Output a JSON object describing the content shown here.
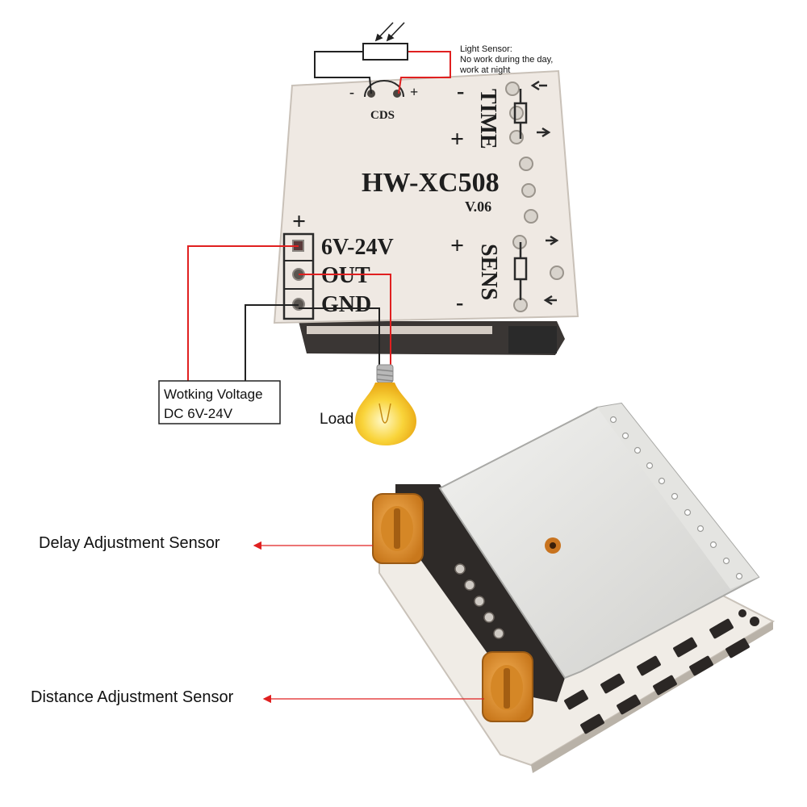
{
  "light_sensor": {
    "title": "Light Sensor:",
    "line1": "No work during the day,",
    "line2": "work at night",
    "ldr_label": "CDS",
    "minus": "-",
    "plus": "+"
  },
  "board": {
    "model": "HW-XC508",
    "version": "V.06",
    "time_label": "TIME",
    "sens_label": "SENS",
    "time_minus": "-",
    "time_plus": "+",
    "sens_plus": "+",
    "sens_minus": "-",
    "pin_plus": "+",
    "pins": [
      "6V-24V",
      "OUT",
      "GND"
    ]
  },
  "working_voltage": {
    "line1": "Wotking Voltage",
    "line2": "DC 6V-24V"
  },
  "load_label": "Load",
  "callouts": {
    "delay": "Delay Adjustment Sensor",
    "distance": "Distance Adjustment Sensor"
  },
  "colors": {
    "wire_red": "#e02020",
    "wire_black": "#222222",
    "pcb_white": "#efe9e3",
    "pot_orange": "#e0932a",
    "bulb_yellow": "#f7c51e"
  }
}
